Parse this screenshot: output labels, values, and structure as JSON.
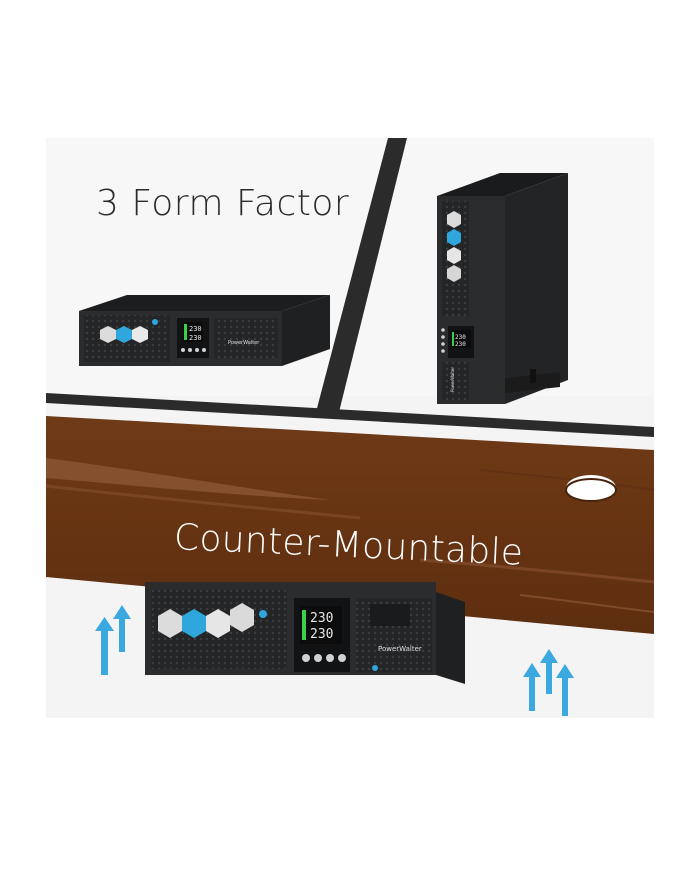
{
  "headings": {
    "form_factor": "3 Form Factor",
    "counter_mountable": "Counter-Mountable"
  },
  "brand": "PowerWalter",
  "display_readings": [
    "230",
    "230"
  ],
  "colors": {
    "background": "#ffffff",
    "backdrop_light": "#f4f4f4",
    "divider": "#2b2b2b",
    "wood": "#6a3514",
    "wood_highlight": "#8a5532",
    "ups_body": "#27292b",
    "ups_top": "#1b1c1e",
    "accent_blue": "#2fa7dc",
    "arrow_blue": "#3ba9df",
    "lcd_green": "#39d04a"
  }
}
